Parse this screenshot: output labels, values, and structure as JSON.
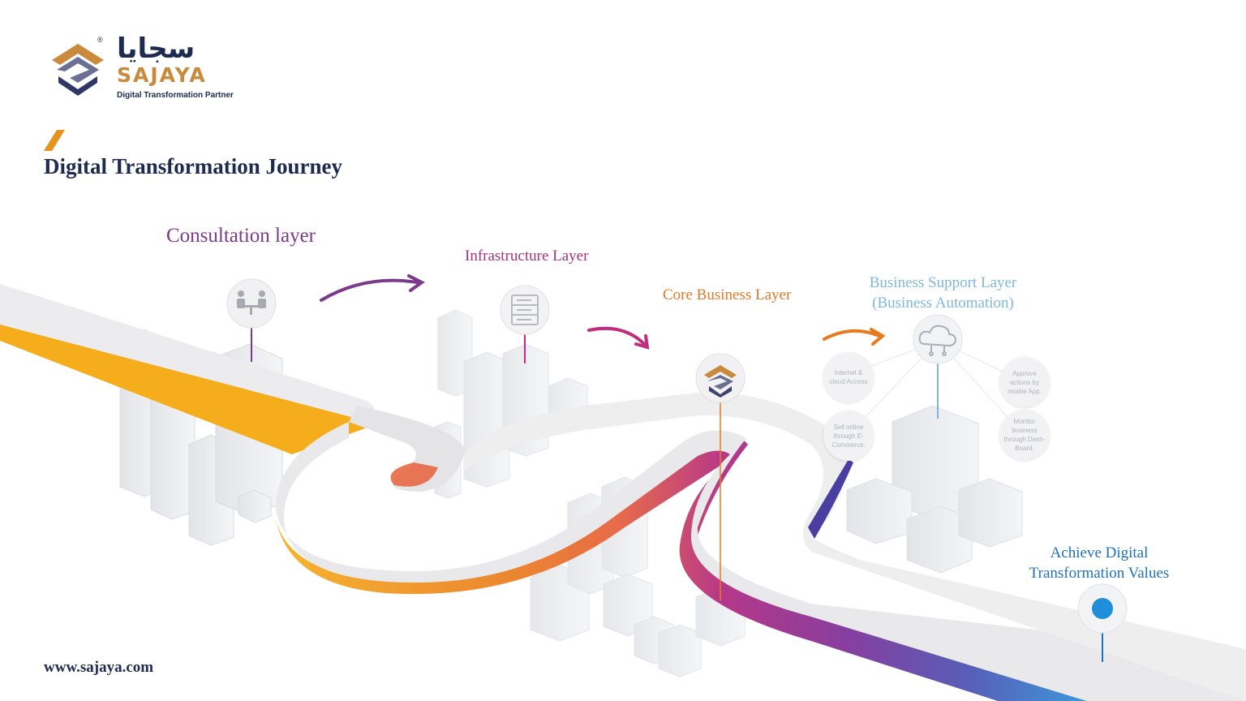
{
  "logo": {
    "arabic": "سجايا",
    "english": "SAJAYA",
    "tagline": "Digital Transformation Partner",
    "registered": "®"
  },
  "title": "Digital Transformation Journey",
  "layers": {
    "consultation": "Consultation layer",
    "infrastructure": "Infrastructure Layer",
    "core_business": "Core Business Layer",
    "business_support_line1": "Business Support Layer",
    "business_support_line2": "(Business Automation)",
    "achieve_line1": "Achieve Digital",
    "achieve_line2": "Transformation Values"
  },
  "bubbles": {
    "internet": "Internet & cloud Access",
    "sell": "Sell online through E-Commerce.",
    "approve": "Approve actions by moblie App.",
    "monitor": "Monitor business through Dash-Board."
  },
  "website": "www.sajaya.com",
  "colors": {
    "navy": "#1d2b4f",
    "gold": "#c98a3c",
    "yellow": "#f6ad1c",
    "orange": "#e97a1e",
    "magenta": "#b0277e",
    "purple": "#6a3fa0",
    "blue": "#2c8fd6",
    "light_blue": "#7fb8db"
  },
  "icons": {
    "consultation": "meeting-people-icon",
    "infrastructure": "server-rack-icon",
    "core_business": "sajaya-logo-icon",
    "business_support": "cloud-network-icon",
    "achieve": "blue-dot-icon"
  }
}
